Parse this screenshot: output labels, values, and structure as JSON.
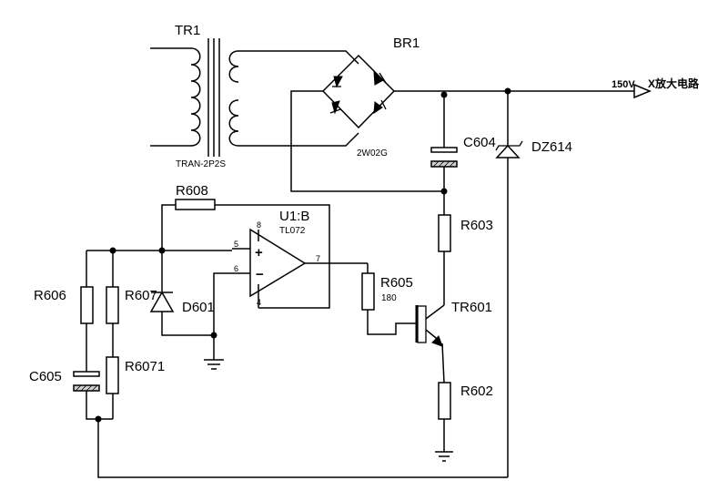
{
  "components": {
    "tr1": {
      "ref": "TR1",
      "value": "TRAN-2P2S"
    },
    "br1": {
      "ref": "BR1",
      "value": "2W02G"
    },
    "c604": {
      "ref": "C604"
    },
    "dz614": {
      "ref": "DZ614"
    },
    "r608": {
      "ref": "R608"
    },
    "u1b": {
      "ref": "U1:B",
      "value": "TL072",
      "pin8": "8",
      "pin4": "4",
      "pin5": "5",
      "pin6": "6",
      "pin7": "7",
      "plus": "+",
      "minus": "−"
    },
    "r603": {
      "ref": "R603"
    },
    "r605": {
      "ref": "R605",
      "value": "180"
    },
    "tr601": {
      "ref": "TR601"
    },
    "r602": {
      "ref": "R602"
    },
    "r606": {
      "ref": "R606"
    },
    "r607": {
      "ref": "R607"
    },
    "d601": {
      "ref": "D601"
    },
    "r6071": {
      "ref": "R6071"
    },
    "c605": {
      "ref": "C605"
    }
  },
  "output": {
    "voltage": "150V",
    "label": "X放大电路"
  }
}
